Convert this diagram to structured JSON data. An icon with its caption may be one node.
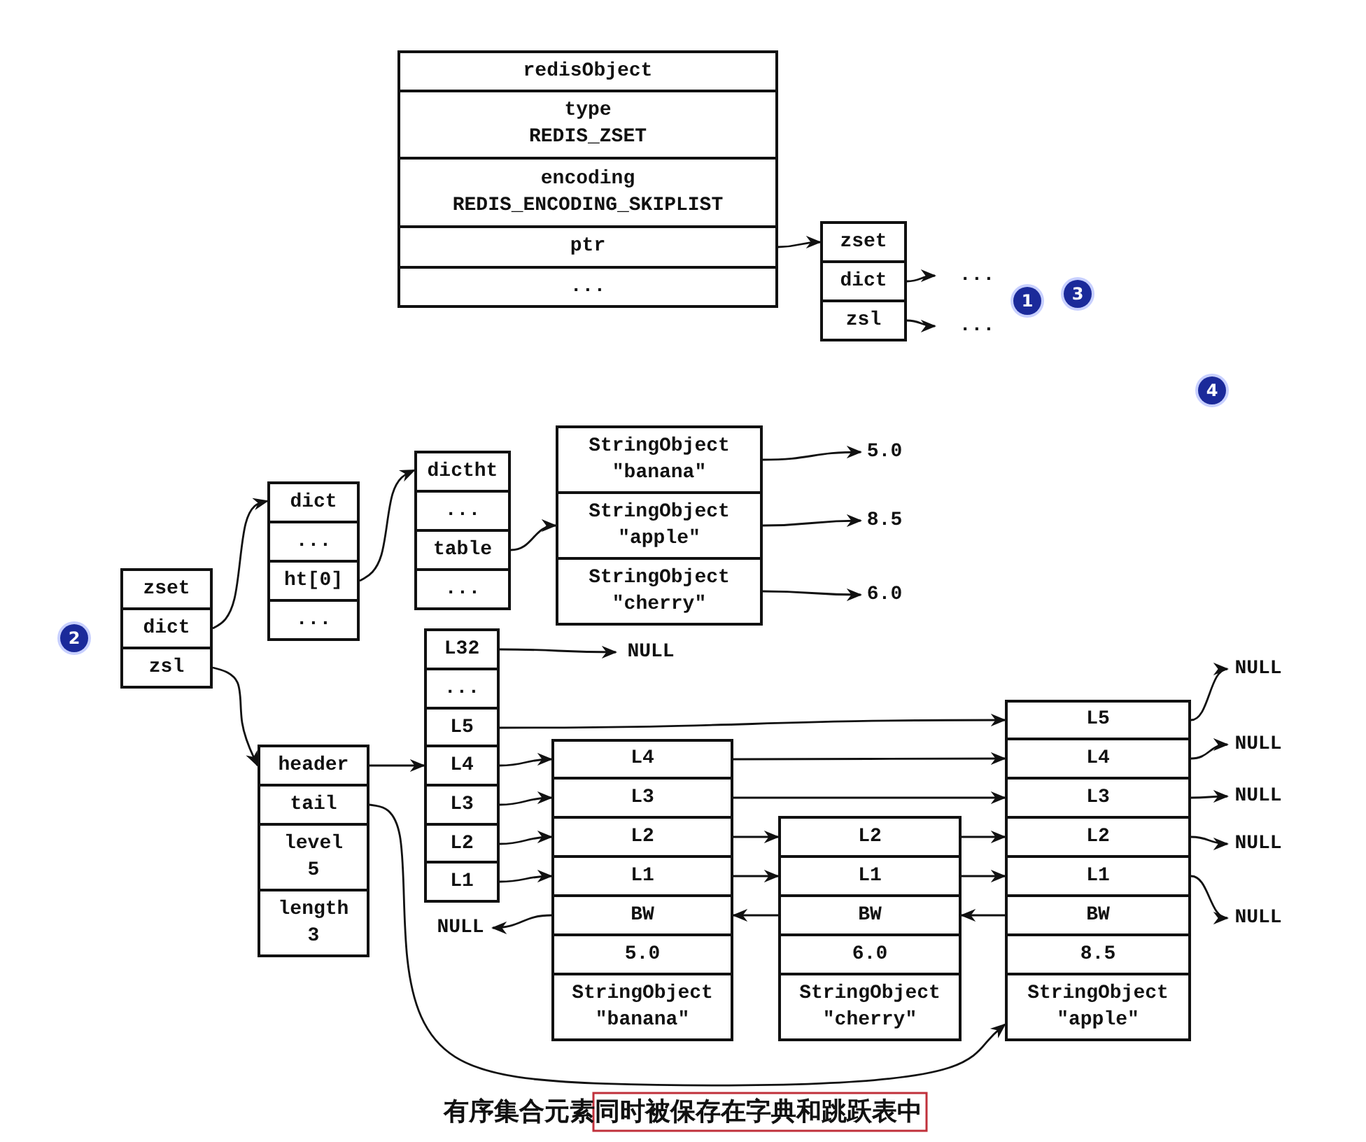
{
  "diagram": {
    "caption": "有序集合元素同时被保存在字典和跳跃表中",
    "nodes": [
      {
        "text": [
          "redisObject"
        ]
      },
      {
        "text": [
          "type",
          "REDIS_ZSET"
        ]
      },
      {
        "text": [
          "encoding",
          "REDIS_ENCODING_SKIPLIST"
        ]
      },
      {
        "text": [
          "ptr"
        ]
      },
      {
        "text": [
          "..."
        ]
      },
      {
        "text": [
          "zset"
        ]
      },
      {
        "text": [
          "dict"
        ]
      },
      {
        "text": [
          "zsl"
        ]
      },
      {
        "text": [
          "..."
        ]
      },
      {
        "text": [
          "..."
        ]
      },
      {
        "text": [
          "zset"
        ]
      },
      {
        "text": [
          "dict"
        ]
      },
      {
        "text": [
          "zsl"
        ]
      },
      {
        "text": [
          "dict"
        ]
      },
      {
        "text": [
          "..."
        ]
      },
      {
        "text": [
          "ht[0]"
        ]
      },
      {
        "text": [
          "..."
        ]
      },
      {
        "text": [
          "dictht"
        ]
      },
      {
        "text": [
          "..."
        ]
      },
      {
        "text": [
          "table"
        ]
      },
      {
        "text": [
          "..."
        ]
      },
      {
        "text": [
          "StringObject",
          "\"banana\""
        ]
      },
      {
        "text": [
          "StringObject",
          "\"apple\""
        ]
      },
      {
        "text": [
          "StringObject",
          "\"cherry\""
        ]
      },
      {
        "text": [
          "5.0"
        ]
      },
      {
        "text": [
          "8.5"
        ]
      },
      {
        "text": [
          "6.0"
        ]
      },
      {
        "text": [
          "header"
        ]
      },
      {
        "text": [
          "tail"
        ]
      },
      {
        "text": [
          "level",
          "5"
        ]
      },
      {
        "text": [
          "length",
          "3"
        ]
      },
      {
        "text": [
          "L32"
        ]
      },
      {
        "text": [
          "..."
        ]
      },
      {
        "text": [
          "L5"
        ]
      },
      {
        "text": [
          "L4"
        ]
      },
      {
        "text": [
          "L3"
        ]
      },
      {
        "text": [
          "L2"
        ]
      },
      {
        "text": [
          "L1"
        ]
      },
      {
        "text": [
          "NULL"
        ]
      },
      {
        "text": [
          "L4"
        ]
      },
      {
        "text": [
          "L3"
        ]
      },
      {
        "text": [
          "L2"
        ]
      },
      {
        "text": [
          "L1"
        ]
      },
      {
        "text": [
          "BW"
        ]
      },
      {
        "text": [
          "5.0"
        ]
      },
      {
        "text": [
          "StringObject",
          "\"banana\""
        ]
      },
      {
        "text": [
          "NULL"
        ]
      },
      {
        "text": [
          "L2"
        ]
      },
      {
        "text": [
          "L1"
        ]
      },
      {
        "text": [
          "BW"
        ]
      },
      {
        "text": [
          "6.0"
        ]
      },
      {
        "text": [
          "StringObject",
          "\"cherry\""
        ]
      },
      {
        "text": [
          "L5"
        ]
      },
      {
        "text": [
          "L4"
        ]
      },
      {
        "text": [
          "L3"
        ]
      },
      {
        "text": [
          "L2"
        ]
      },
      {
        "text": [
          "L1"
        ]
      },
      {
        "text": [
          "BW"
        ]
      },
      {
        "text": [
          "8.5"
        ]
      },
      {
        "text": [
          "StringObject",
          "\"apple\""
        ]
      },
      {
        "text": [
          "NULL"
        ]
      },
      {
        "text": [
          "NULL"
        ]
      },
      {
        "text": [
          "NULL"
        ]
      },
      {
        "text": [
          "NULL"
        ]
      },
      {
        "text": [
          "NULL"
        ]
      }
    ],
    "edges": [
      {
        "from": 3,
        "to": 5,
        "arrow": "to"
      },
      {
        "from": 6,
        "to": 8,
        "arrow": "to"
      },
      {
        "from": 7,
        "to": 9,
        "arrow": "to"
      },
      {
        "from": 11,
        "to": 13,
        "arrow": "to"
      },
      {
        "from": 15,
        "to": 17,
        "arrow": "to"
      },
      {
        "from": 19,
        "to": 22,
        "arrow": "to"
      },
      {
        "from": 21,
        "to": 24,
        "arrow": "to"
      },
      {
        "from": 22,
        "to": 25,
        "arrow": "to"
      },
      {
        "from": 23,
        "to": 26,
        "arrow": "to"
      },
      {
        "from": 12,
        "to": 27,
        "arrow": "to"
      },
      {
        "from": 27,
        "to": 34,
        "arrow": "to"
      },
      {
        "from": 28,
        "to": 59,
        "arrow": "to"
      },
      {
        "from": 31,
        "to": 38,
        "arrow": "to"
      },
      {
        "from": 33,
        "to": 52,
        "arrow": "to"
      },
      {
        "from": 34,
        "to": 39,
        "arrow": "to"
      },
      {
        "from": 35,
        "to": 40,
        "arrow": "to"
      },
      {
        "from": 36,
        "to": 41,
        "arrow": "to"
      },
      {
        "from": 37,
        "to": 42,
        "arrow": "to"
      },
      {
        "from": 39,
        "to": 53,
        "arrow": "to"
      },
      {
        "from": 40,
        "to": 54,
        "arrow": "to"
      },
      {
        "from": 41,
        "to": 47,
        "arrow": "to"
      },
      {
        "from": 42,
        "to": 48,
        "arrow": "to"
      },
      {
        "from": 47,
        "to": 55,
        "arrow": "to"
      },
      {
        "from": 48,
        "to": 56,
        "arrow": "to"
      },
      {
        "from": 57,
        "to": 49,
        "arrow": "to"
      },
      {
        "from": 49,
        "to": 43,
        "arrow": "to"
      },
      {
        "from": 43,
        "to": 46,
        "arrow": "to"
      },
      {
        "from": 52,
        "to": 60,
        "arrow": "to"
      },
      {
        "from": 53,
        "to": 61,
        "arrow": "to"
      },
      {
        "from": 54,
        "to": 62,
        "arrow": "to"
      },
      {
        "from": 55,
        "to": 63,
        "arrow": "to"
      },
      {
        "from": 56,
        "to": 64,
        "arrow": "to"
      }
    ],
    "labels": [
      "1",
      "3",
      "4",
      "2"
    ]
  }
}
